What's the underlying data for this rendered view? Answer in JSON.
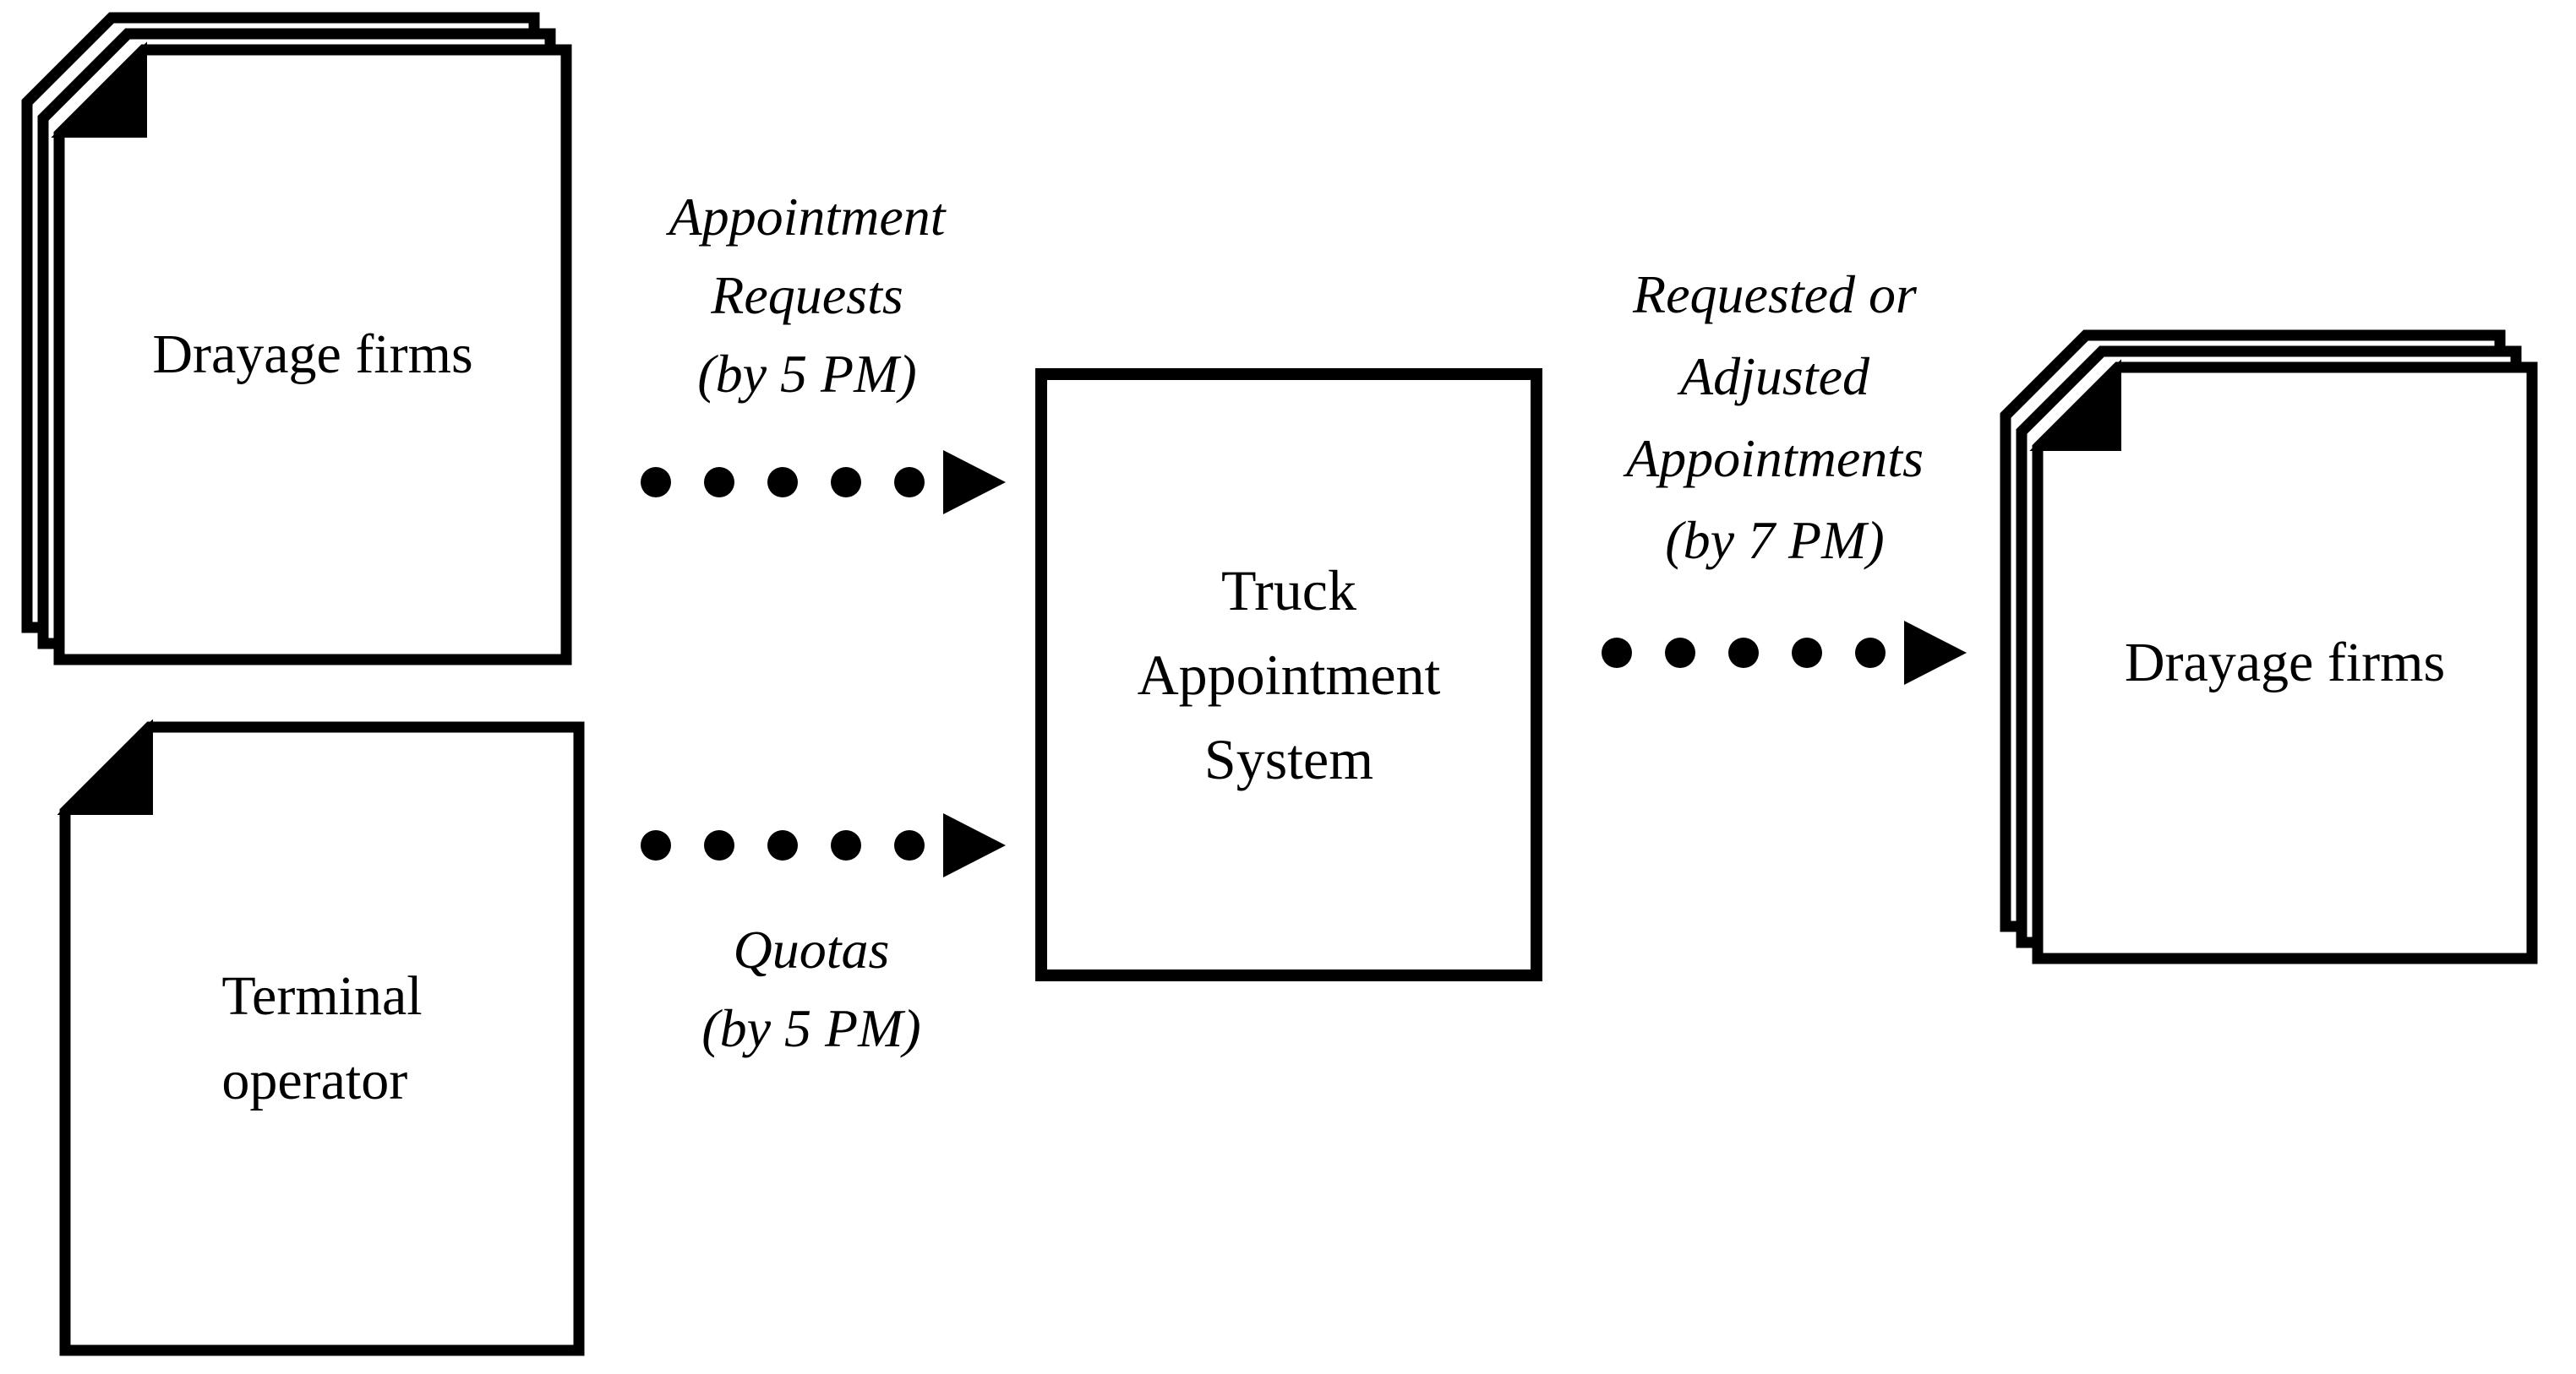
{
  "colors": {
    "ink": "#000000",
    "paper": "#ffffff"
  },
  "nodes": {
    "drayage_firms_left": {
      "label": "Drayage firms"
    },
    "terminal_operator": {
      "lines": [
        "Terminal",
        "operator"
      ]
    },
    "truck_appointment_system": {
      "lines": [
        "Truck",
        "Appointment",
        "System"
      ]
    },
    "drayage_firms_right": {
      "label": "Drayage firms"
    }
  },
  "flows": {
    "appointment_requests": {
      "lines": [
        "Appointment",
        "Requests",
        "(by 5 PM)"
      ],
      "from": "Drayage firms",
      "to": "Truck Appointment System"
    },
    "quotas": {
      "lines": [
        "Quotas",
        "(by 5 PM)"
      ],
      "from": "Terminal operator",
      "to": "Truck Appointment System"
    },
    "requested_or_adjusted_appointments": {
      "lines": [
        "Requested or",
        "Adjusted",
        "Appointments",
        "(by 7 PM)"
      ],
      "from": "Truck Appointment System",
      "to": "Drayage firms"
    }
  }
}
